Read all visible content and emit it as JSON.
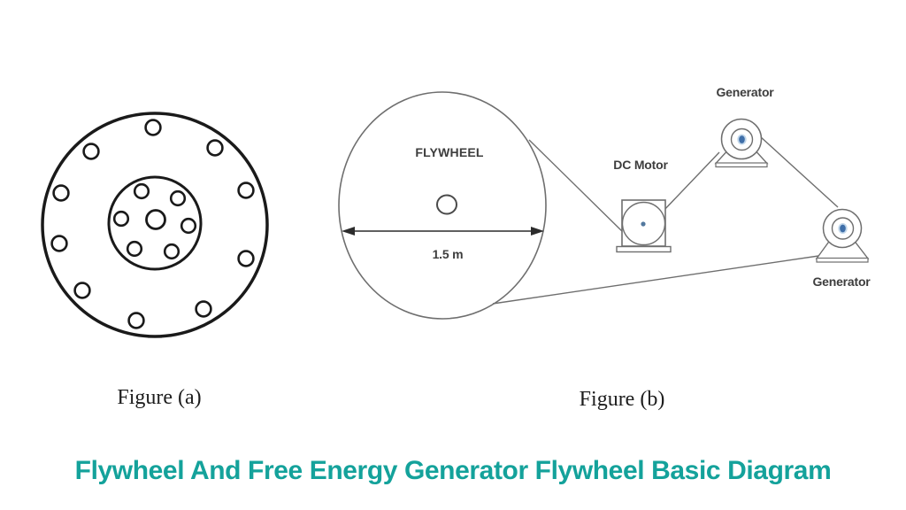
{
  "page": {
    "background_color": "#ffffff"
  },
  "title": {
    "text": "Flywheel And Free Energy Generator Flywheel Basic Diagram",
    "color": "#14a29b"
  },
  "figure_a": {
    "caption": "Figure (a)",
    "description": "flywheel-front-view-with-bolt-holes"
  },
  "figure_b": {
    "caption": "Figure (b)",
    "flywheel_label": "FLYWHEEL",
    "diameter_label": "1.5 m",
    "dc_motor_label": "DC Motor",
    "generator_top_label": "Generator",
    "generator_bottom_label": "Generator"
  },
  "colors": {
    "figure_a_stroke": "#1a1a1a",
    "figure_b_stroke": "#6e6e6e",
    "arrow_stroke": "#2c2c2c",
    "hub_blue_outer": "#c2d7ea",
    "hub_blue_inner": "#3f6fa9",
    "motor_dot_blue": "#53789e",
    "label_text": "#3d3d3d",
    "caption_text": "#1d1d1d"
  }
}
